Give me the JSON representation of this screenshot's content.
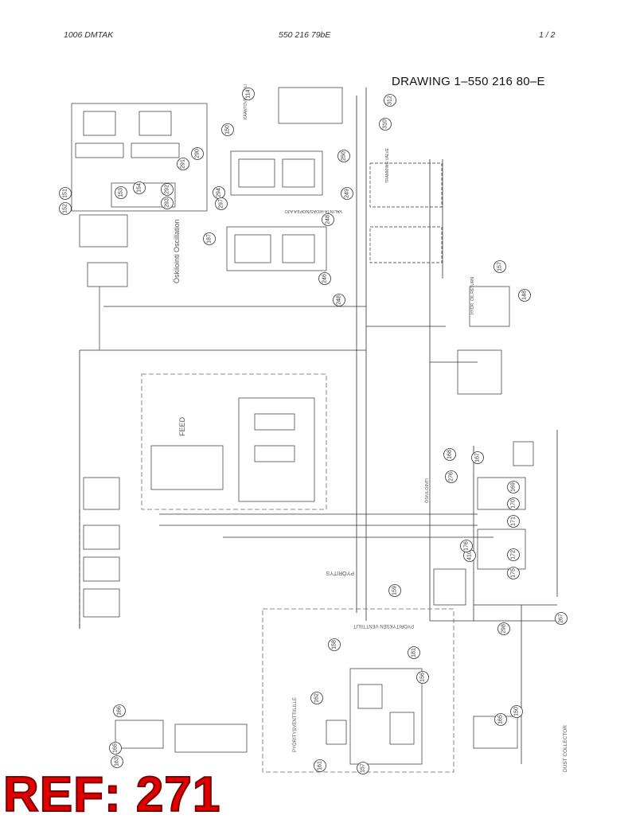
{
  "header": {
    "left": "1006   DMTAK",
    "middle": "550 216 79bE",
    "right": "1 /  2"
  },
  "drawing_title": "DRAWING  1–550 216 80–E",
  "ref_mark": "REF: 271",
  "labels": {
    "oscillation": "Öskilointi\nOscillation",
    "feed": "FEED",
    "pyoritys": "PYÖRITYS",
    "pyoritysventtiili": "PYÖRITYKSEN VENTTIILIT",
    "pyoritysventtiilille": "PYÖRITYSVENTTIILILLE",
    "dust_collector": "DUST COLLECTOR",
    "oskilointi": "ÖSKILOINTI",
    "valinta": "VALINTA HIDAS/NOPEA AJO",
    "kaantoventtiili": "KÄÄNTÖVENTTIILI",
    "tramming": "TRAMMING VALVE",
    "hydr_oil": "HYDR. OIL RETURN"
  },
  "bubbles": [
    "114",
    "312",
    "310",
    "150",
    "250",
    "248",
    "246",
    "249",
    "152",
    "153",
    "154",
    "151",
    "290",
    "291",
    "292",
    "293",
    "294",
    "297",
    "187",
    "248",
    "276",
    "410",
    "168",
    "167",
    "169",
    "170",
    "171",
    "172",
    "175",
    "176",
    "159",
    "156",
    "181",
    "158",
    "166",
    "165",
    "163",
    "162",
    "161",
    "157",
    "165",
    "150",
    "157",
    "148",
    "298",
    "267"
  ]
}
